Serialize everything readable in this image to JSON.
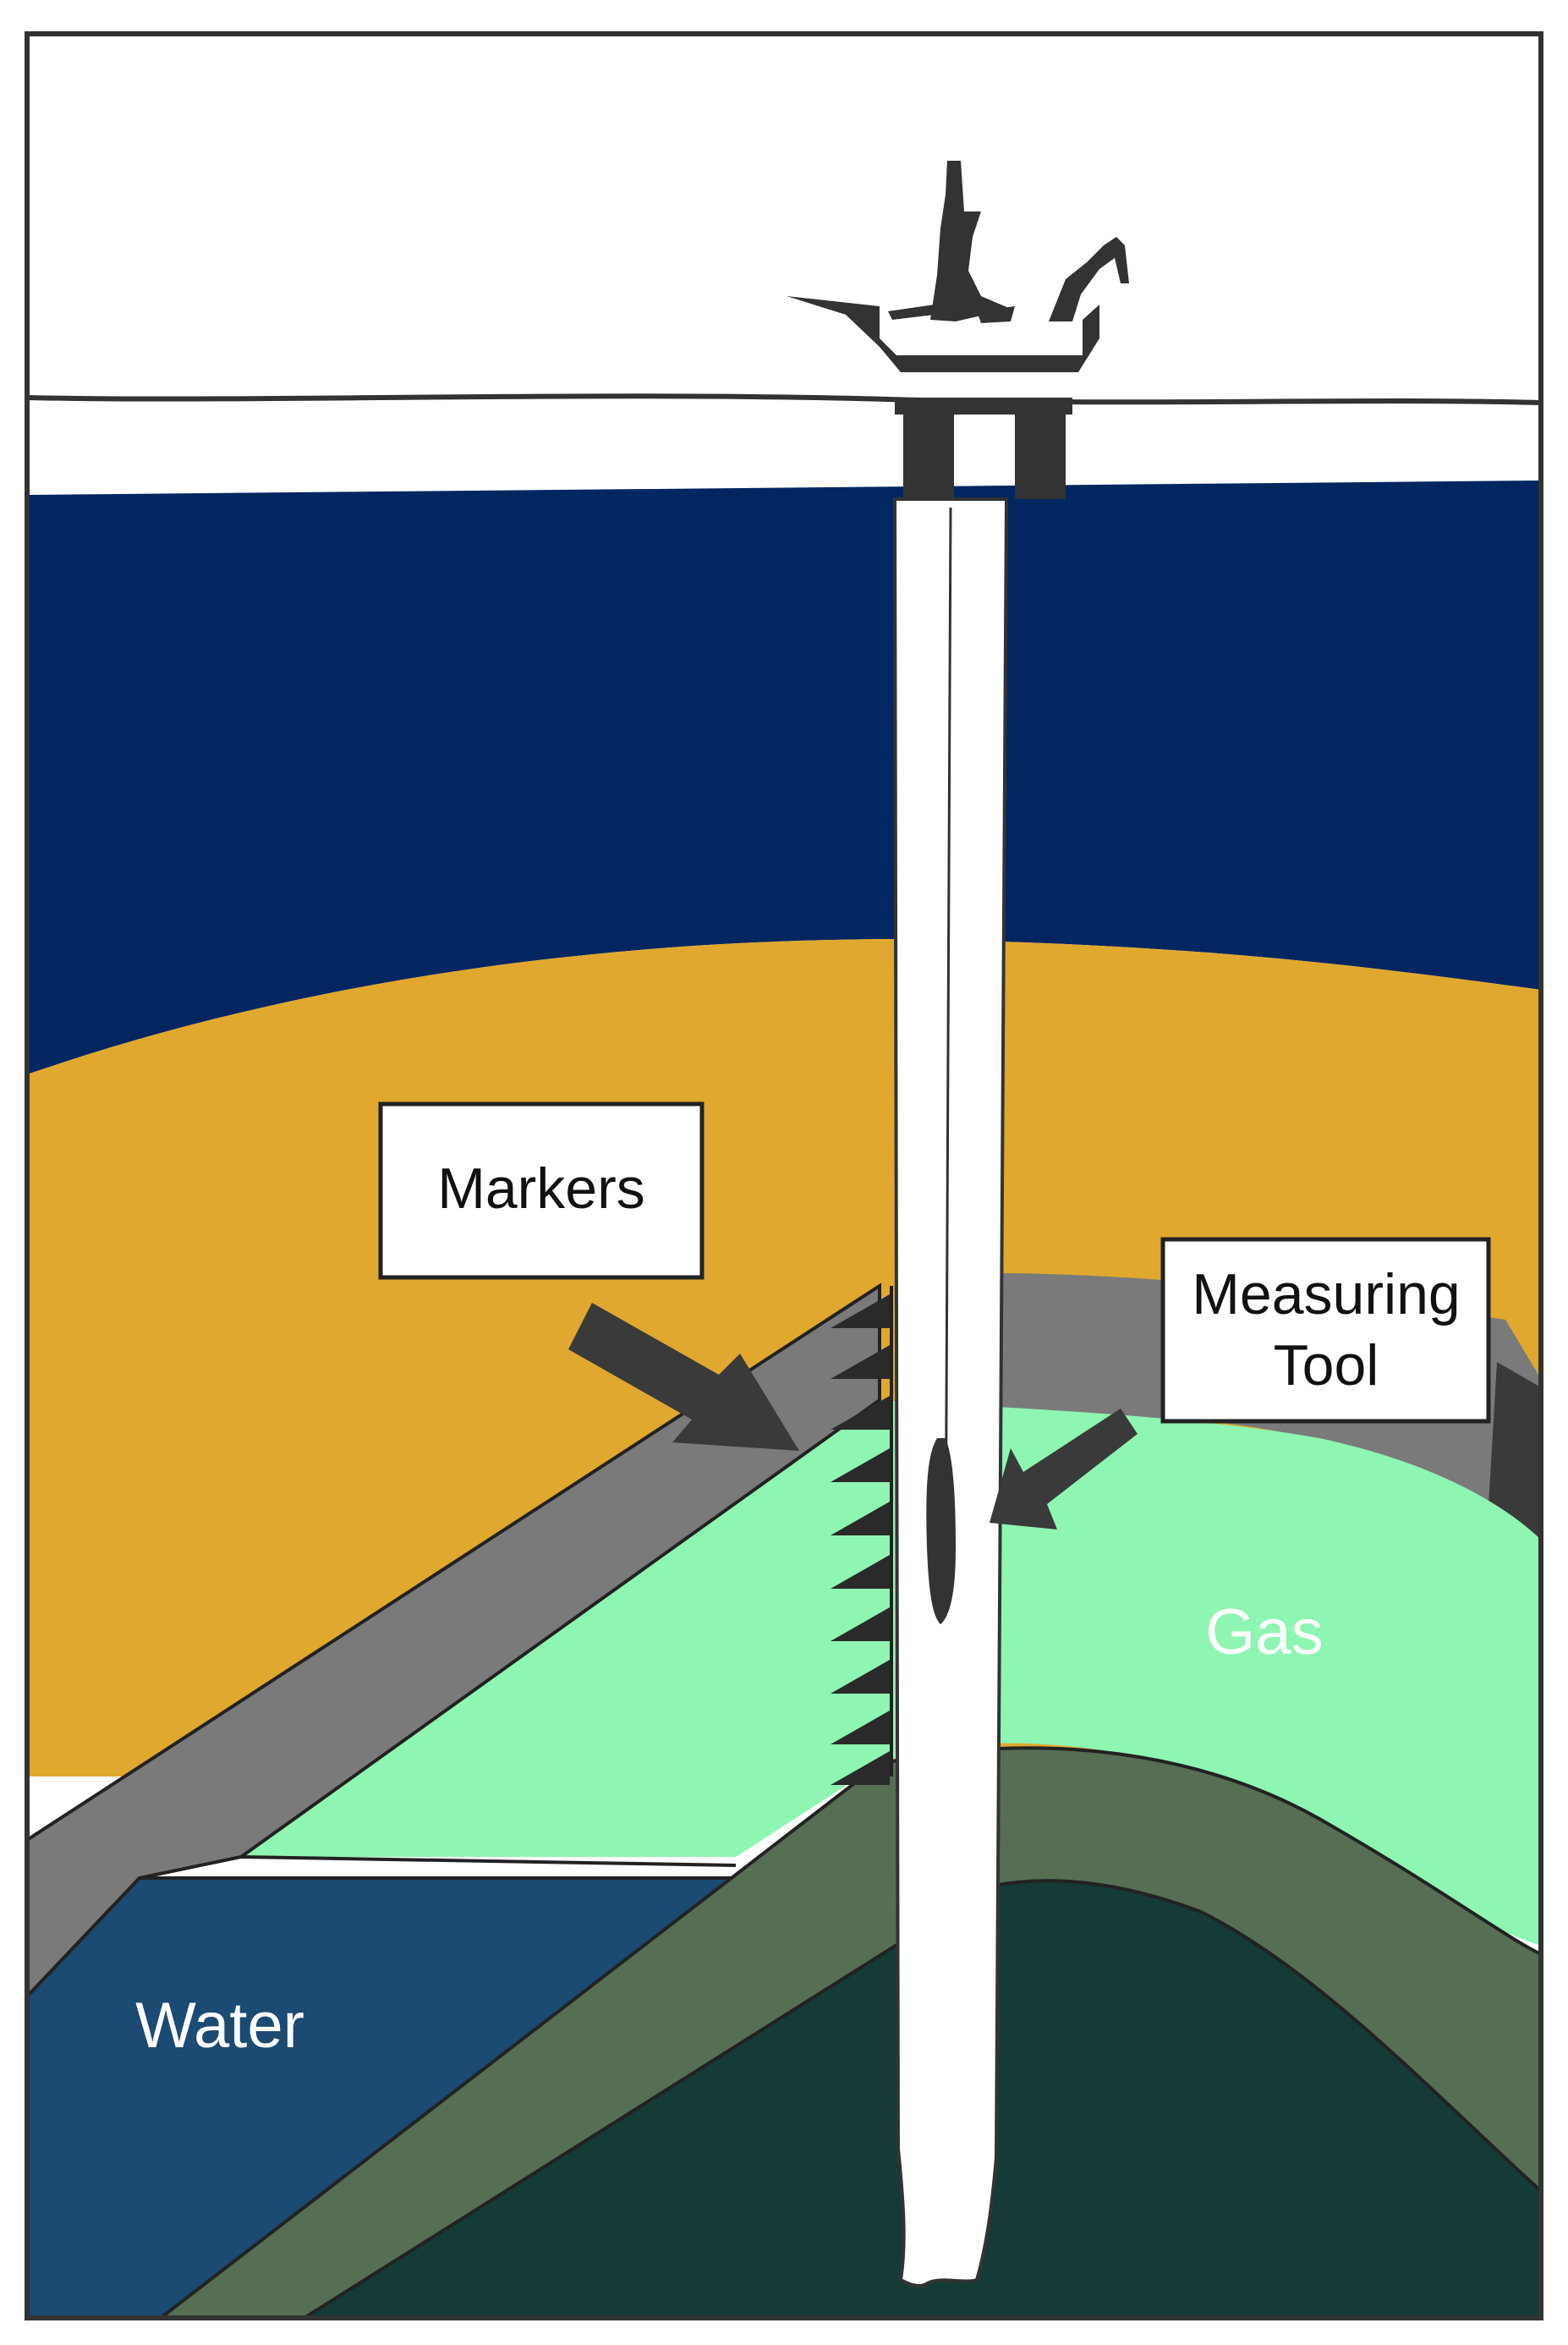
{
  "labels": {
    "markers": "Markers",
    "measuring_tool_line1": "Measuring",
    "measuring_tool_line2": "Tool",
    "gas": "Gas",
    "water": "Water"
  },
  "colors": {
    "sky": "#ffffff",
    "sea": "#022660",
    "sand": "#e0a82e",
    "cap_rock": "#7a7a7a",
    "gas": "#8ef5b2",
    "water": "#1b4a72",
    "shale": "#566e54",
    "deep": "#153b37",
    "rig": "#333333",
    "wellbore": "#ffffff",
    "outline": "#222222"
  },
  "icons": {
    "platform": "oil-platform-icon",
    "arrow": "arrow-icon",
    "marker": "triangle-marker-icon"
  }
}
